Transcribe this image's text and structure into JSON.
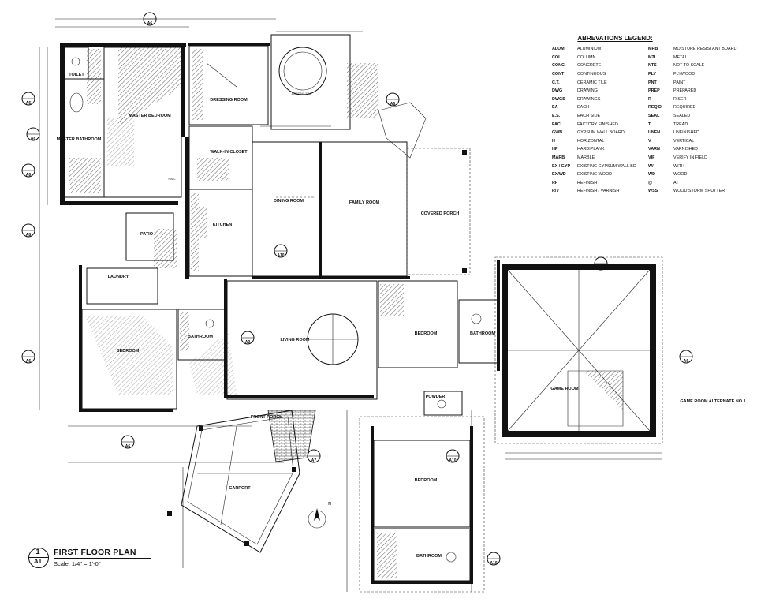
{
  "legend": {
    "title": "ABREVATIONS LEGEND:",
    "left": [
      {
        "code": "ALUM",
        "desc": "ALUMINIUM"
      },
      {
        "code": "COL",
        "desc": "COLUMN"
      },
      {
        "code": "CONC.",
        "desc": "CONCRETE"
      },
      {
        "code": "CONT",
        "desc": "CONTINUOUS"
      },
      {
        "code": "C.T.",
        "desc": "CERAMIC TILE"
      },
      {
        "code": "DWG",
        "desc": "DRAWING"
      },
      {
        "code": "DWGS",
        "desc": "DRAWINGS"
      },
      {
        "code": "EA",
        "desc": "EACH"
      },
      {
        "code": "E.S.",
        "desc": "EACH SIDE"
      },
      {
        "code": "FAC",
        "desc": "FACTORY FINISHED"
      },
      {
        "code": "GWB",
        "desc": "GYPSUM WALL BOARD"
      },
      {
        "code": "H",
        "desc": "HORIZONTAL"
      },
      {
        "code": "HP",
        "desc": "HARDIPLANK"
      },
      {
        "code": "MARB",
        "desc": "MARBLE"
      },
      {
        "code": "EX / GYP",
        "desc": "EXISTING GYPSUM WALL BD"
      },
      {
        "code": "EX/WD",
        "desc": "EXISTING WOOD"
      },
      {
        "code": "RF",
        "desc": "REFINISH"
      },
      {
        "code": "R/V",
        "desc": "REFINISH / VARNISH"
      }
    ],
    "right": [
      {
        "code": "MRB",
        "desc": "MOISTURE RESISTANT BOARD"
      },
      {
        "code": "MTL",
        "desc": "METAL"
      },
      {
        "code": "NTS",
        "desc": "NOT TO SCALE"
      },
      {
        "code": "PLY",
        "desc": "PLYWOOD"
      },
      {
        "code": "PNT",
        "desc": "PAINT"
      },
      {
        "code": "PREP",
        "desc": "PREPARED"
      },
      {
        "code": "R",
        "desc": "RISER"
      },
      {
        "code": "REQ'D",
        "desc": "REQUIRED"
      },
      {
        "code": "SEAL",
        "desc": "SEALED"
      },
      {
        "code": "T",
        "desc": "TREAD"
      },
      {
        "code": "UNFN",
        "desc": "UNFINISHED"
      },
      {
        "code": "V",
        "desc": "VERTICAL"
      },
      {
        "code": "VARN",
        "desc": "VARNISHED"
      },
      {
        "code": "VIF",
        "desc": "VERIFY IN FIELD"
      },
      {
        "code": "W/",
        "desc": "WITH"
      },
      {
        "code": "WD",
        "desc": "WOOD"
      },
      {
        "code": "@",
        "desc": "AT"
      },
      {
        "code": "WSS",
        "desc": "WOOD STORM SHUTTER"
      }
    ]
  },
  "title_block": {
    "number": "1",
    "sheet": "A1",
    "title": "FIRST FLOOR PLAN",
    "scale": "Scale: 1/4\" = 1'-0\""
  },
  "rooms": {
    "toilet": "TOILET",
    "master_bath": "MASTER BATHROOM",
    "master_bed": "MASTER BEDROOM",
    "dressing": "DRESSING ROOM",
    "walkin": "WALK-IN CLOSET",
    "kitchen": "KITCHEN",
    "dining": "DINING ROOM",
    "family": "FAMILY ROOM",
    "covered_porch": "COVERED PORCH",
    "patio": "PATIO",
    "laundry": "LAUNDRY",
    "living": "LIVING ROOM",
    "bedroom_w": "BEDROOM",
    "bathroom_w": "BATHROOM",
    "bedroom_c": "BEDROOM",
    "bathroom_c": "BATHROOM",
    "game": "GAME ROOM",
    "game_alt": "GAME ROOM ALTERNATE NO 1",
    "front_porch": "FRONT PORCH",
    "carport": "CARPORT",
    "powder": "POWDER",
    "bedroom_s": "BEDROOM",
    "bathroom_s": "BATHROOM",
    "hall": "HALL",
    "spa": "EXISTING SPA"
  },
  "tags": {
    "a6": "A6",
    "a8": "A8",
    "a7": "A7",
    "a10": "A10",
    "a9": "A9"
  }
}
